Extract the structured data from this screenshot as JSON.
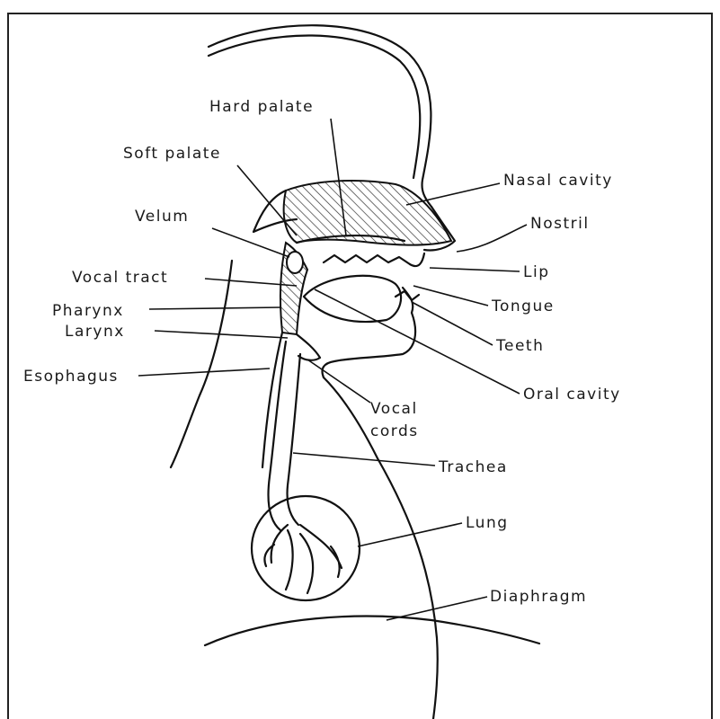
{
  "diagram": {
    "labels": {
      "hard_palate": "Hard palate",
      "soft_palate": "Soft palate",
      "nasal_cavity": "Nasal cavity",
      "velum": "Velum",
      "nostril": "Nostril",
      "vocal_tract": "Vocal tract",
      "lip": "Lip",
      "pharynx": "Pharynx",
      "tongue": "Tongue",
      "larynx": "Larynx",
      "teeth": "Teeth",
      "esophagus": "Esophagus",
      "oral_cavity": "Oral cavity",
      "vocal_cords_line1": "Vocal",
      "vocal_cords_line2": "cords",
      "trachea": "Trachea",
      "lung": "Lung",
      "diaphragm": "Diaphragm"
    }
  }
}
